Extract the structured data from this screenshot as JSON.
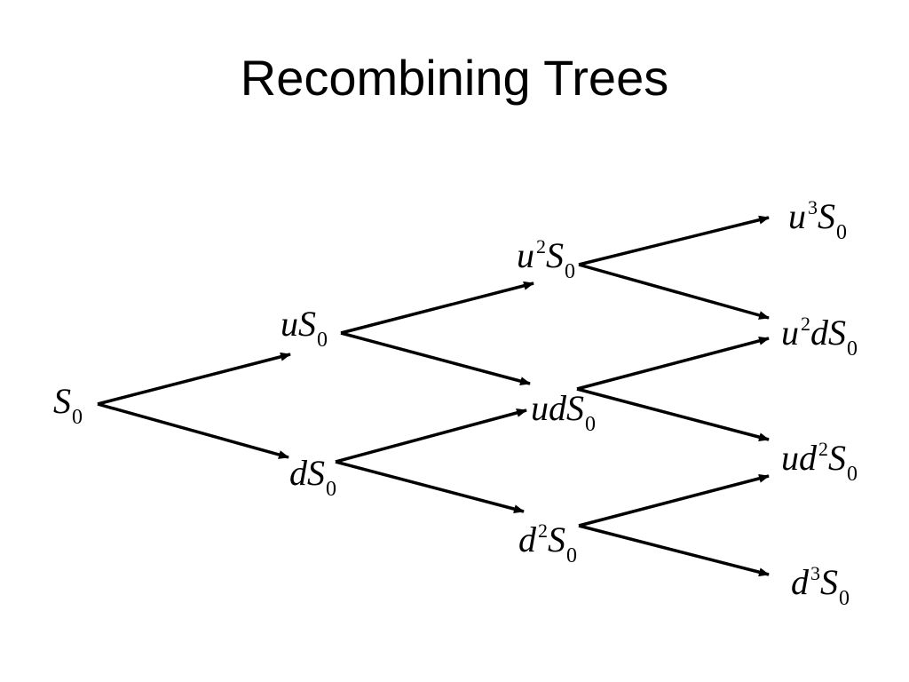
{
  "title": "Recombining Trees",
  "nodes": {
    "s0": {
      "pre": "",
      "pre_sup": "",
      "mid": "",
      "mid_sup": "",
      "base": "S",
      "sub": "0"
    },
    "uS0": {
      "pre": "u",
      "pre_sup": "",
      "mid": "",
      "mid_sup": "",
      "base": "S",
      "sub": "0"
    },
    "dS0": {
      "pre": "d",
      "pre_sup": "",
      "mid": "",
      "mid_sup": "",
      "base": "S",
      "sub": "0"
    },
    "u2S0": {
      "pre": "u",
      "pre_sup": "2",
      "mid": "",
      "mid_sup": "",
      "base": "S",
      "sub": "0"
    },
    "udS0": {
      "pre": "ud",
      "pre_sup": "",
      "mid": "",
      "mid_sup": "",
      "base": "S",
      "sub": "0"
    },
    "d2S0": {
      "pre": "d",
      "pre_sup": "2",
      "mid": "",
      "mid_sup": "",
      "base": "S",
      "sub": "0"
    },
    "u3S0": {
      "pre": "u",
      "pre_sup": "3",
      "mid": "",
      "mid_sup": "",
      "base": "S",
      "sub": "0"
    },
    "u2dS0": {
      "pre": "u",
      "pre_sup": "2",
      "mid": "d",
      "mid_sup": "",
      "base": "S",
      "sub": "0"
    },
    "ud2S0": {
      "pre": "ud",
      "pre_sup": "2",
      "mid": "",
      "mid_sup": "",
      "base": "S",
      "sub": "0"
    },
    "d3S0": {
      "pre": "d",
      "pre_sup": "3",
      "mid": "",
      "mid_sup": "",
      "base": "S",
      "sub": "0"
    }
  }
}
